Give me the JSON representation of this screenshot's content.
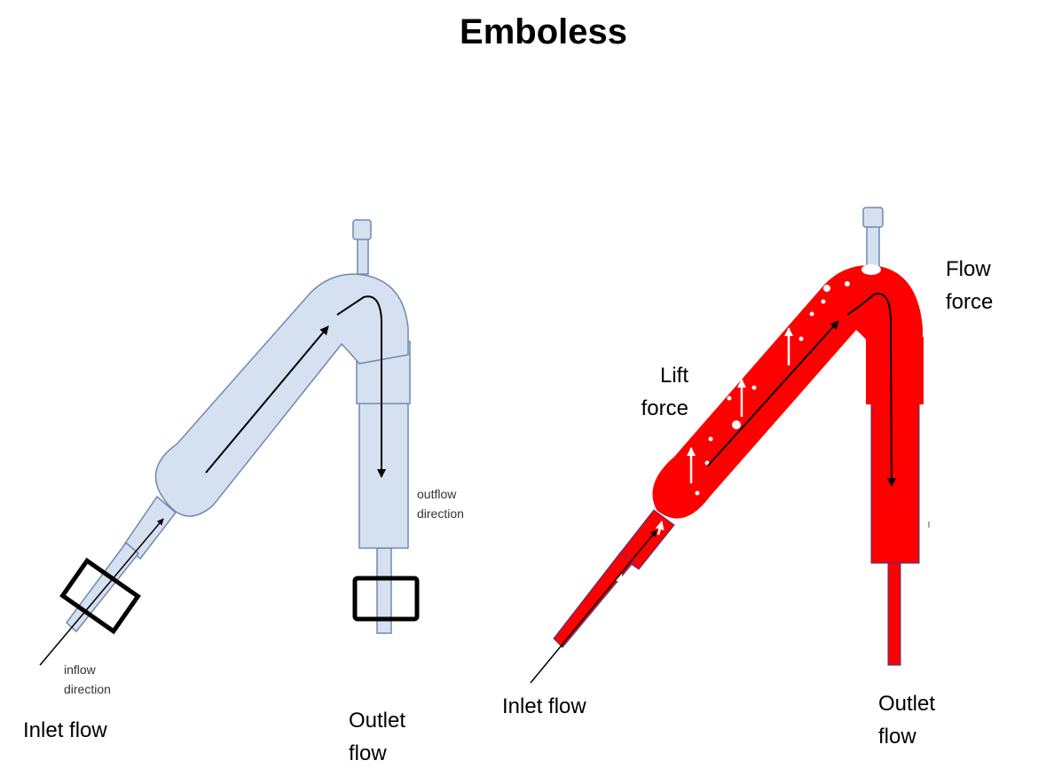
{
  "title": "Emboless",
  "left_diagram": {
    "fill": "#d5e0f1",
    "stroke": "#6f8aad",
    "labels": {
      "inlet": "Inlet flow",
      "outlet_line1": "Outlet",
      "outlet_line2": "flow",
      "inflow_line1": "inflow",
      "inflow_line2": "direction",
      "outflow_line1": "outflow",
      "outflow_line2": "direction"
    }
  },
  "right_diagram": {
    "fill": "#ff0000",
    "stroke": "#3b3b8f",
    "labels": {
      "inlet": "Inlet flow",
      "outlet_line1": "Outlet",
      "outlet_line2": "flow",
      "lift_line1": "Lift",
      "lift_line2": "force",
      "flow_line1": "Flow",
      "flow_line2": "force"
    }
  }
}
